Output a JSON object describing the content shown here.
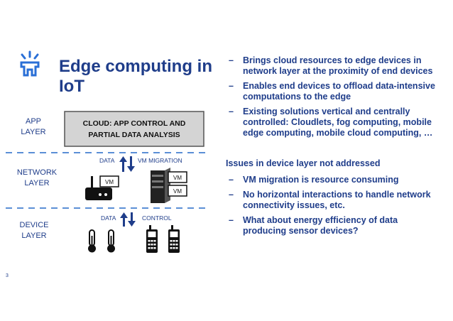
{
  "slide": {
    "title": "Edge computing in IoT",
    "number": "3"
  },
  "diagram": {
    "layers": {
      "app_line1": "APP",
      "app_line2": "LAYER",
      "network_line1": "NETWORK",
      "network_line2": "LAYER",
      "device_line1": "DEVICE",
      "device_line2": "LAYER"
    },
    "cloud_line1": "CLOUD: APP CONTROL AND",
    "cloud_line2": "PARTIAL DATA ANALYSIS",
    "upper_data_label": "DATA",
    "vm_migration_label": "VM MIGRATION",
    "lower_data_label": "DATA",
    "control_label": "CONTROL",
    "vm_label": "VM",
    "colors": {
      "layer_text": "#1f3d8a",
      "dash_line": "#5b8fd6",
      "cloud_box": "#d4d4d4"
    }
  },
  "bullets": {
    "group1": [
      "Brings cloud resources to edge devices in network layer at the proximity of end devices",
      "Enables end devices to offload data-intensive computations to the edge",
      "Existing solutions vertical and centrally controlled: Cloudlets, fog computing, mobile edge computing, mobile cloud computing, …"
    ],
    "heading": "Issues in device  layer not addressed",
    "group2": [
      "VM migration is resource consuming",
      "No horizontal interactions to handle network connectivity issues, etc.",
      "What about energy efficiency of data producing sensor devices?"
    ],
    "dash": "–"
  }
}
